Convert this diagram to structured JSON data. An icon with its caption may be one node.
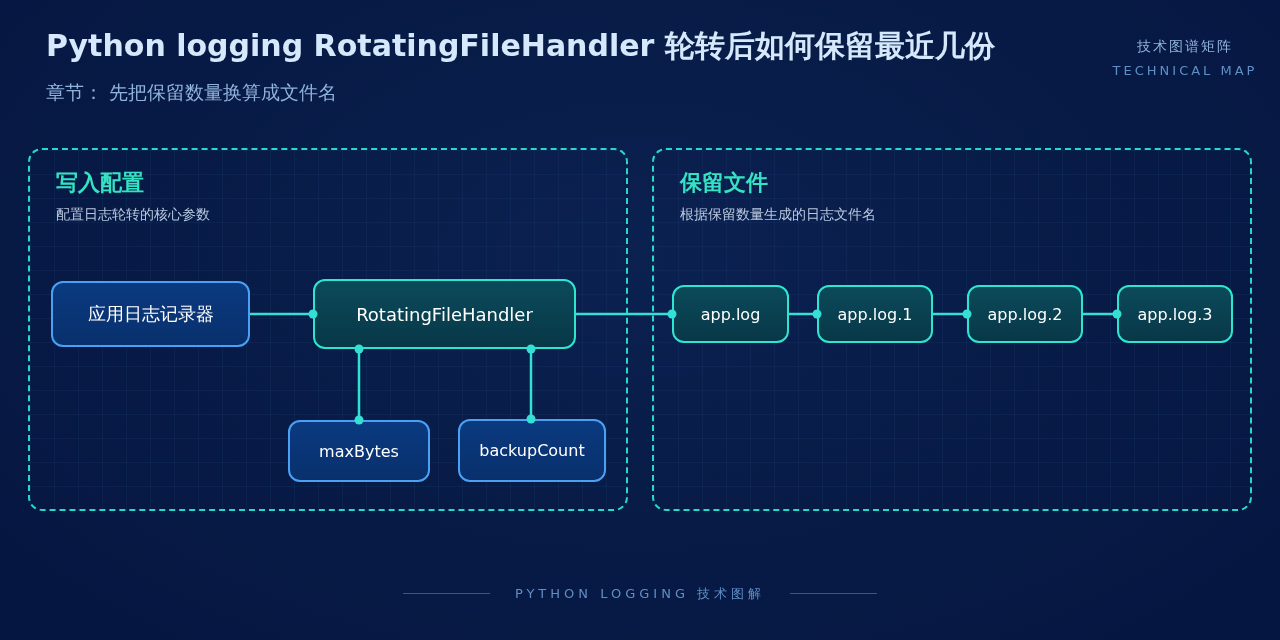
{
  "diagram": {
    "title": "Python logging RotatingFileHandler 轮转后如何保留最近几份",
    "nodes": [
      {
        "text": [
          "写入配置",
          "配置日志轮转的核心参数"
        ]
      },
      {
        "text": [
          "应用日志记录器"
        ],
        "in": 0
      },
      {
        "text": [
          "RotatingFileHandler"
        ],
        "in": 0
      },
      {
        "text": [
          "maxBytes"
        ],
        "in": 0
      },
      {
        "text": [
          "backupCount"
        ],
        "in": 0
      },
      {
        "text": [
          "保留文件",
          "根据保留数量生成的日志文件名"
        ]
      },
      {
        "text": [
          "app.log"
        ],
        "in": 5
      },
      {
        "text": [
          "app.log.1"
        ],
        "in": 5
      },
      {
        "text": [
          "app.log.2"
        ],
        "in": 5
      },
      {
        "text": [
          "app.log.3"
        ],
        "in": 5
      }
    ],
    "edges": [
      {
        "from": 1,
        "to": 2,
        "arrow": "other"
      },
      {
        "from": 2,
        "to": 3,
        "arrow": "other"
      },
      {
        "from": 2,
        "to": 4,
        "arrow": "other"
      },
      {
        "from": 2,
        "to": 6,
        "arrow": "other"
      },
      {
        "from": 6,
        "to": 7,
        "arrow": "other"
      },
      {
        "from": 7,
        "to": 8,
        "arrow": "other"
      },
      {
        "from": 8,
        "to": 9,
        "arrow": "other"
      }
    ],
    "labels": [
      "章节： 先把保留数量换算成文件名",
      "技术图谱矩阵",
      "TECHNICAL MAP",
      "PYTHON LOGGING 技术图解"
    ]
  }
}
